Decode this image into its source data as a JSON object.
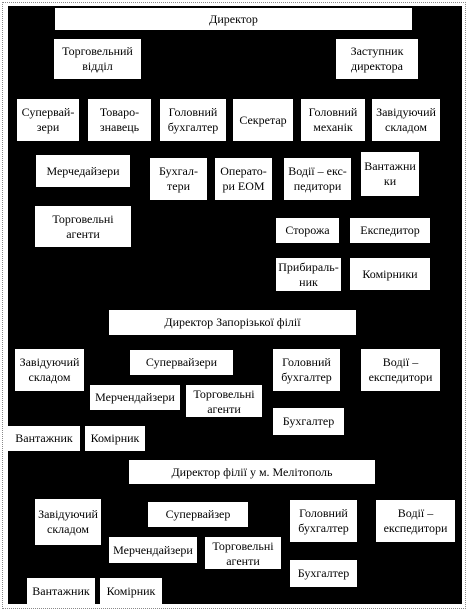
{
  "nodes": {
    "director": "Директор",
    "trade_dept": "Торговельний\nвідділ",
    "deputy_director": "Заступник\nдиректора",
    "supervisors_1": "Супервай-\nзери",
    "merchandiser_1": "Товаро-\nзнавець",
    "chief_accountant_1": "Головний\nбухгалтер",
    "secretary": "Секретар",
    "chief_mechanic": "Головний\nмеханік",
    "warehouse_head_1": "Завідуючий\nскладом",
    "merchandisers_1": "Мерчедайзери",
    "accountants_1": "Бухгал-\nтери",
    "computer_operators": "Операто-\nри ЕОМ",
    "driver_forwarders_1": "Водії – екс-\nпедитори",
    "loaders_1": "Вантажни\nки",
    "sales_agents_1": "Торговельні\nагенти",
    "guards": "Сторожа",
    "forwarder": "Експедитор",
    "cleaners": "Прибираль-\nник",
    "storekeepers_1": "Комірники",
    "zaporizhzhia_director": "Директор Запорізької філії",
    "warehouse_head_2": "Завідуючий\nскладом",
    "supervisors_2": "Супервайзери",
    "chief_accountant_2": "Головний\nбухгалтер",
    "driver_forwarders_2": "Водії –\nекспедитори",
    "merchandisers_2": "Мерчендайзери",
    "sales_agents_2": "Торговельні\nагенти",
    "accountant_2": "Бухгалтер",
    "loader_2": "Вантажник",
    "storekeeper_2": "Комірник",
    "melitopol_director": "Директор філії у м. Мелітополь",
    "warehouse_head_3": "Завідуючий\nскладом",
    "supervisor_3": "Супервайзер",
    "chief_accountant_3": "Головний\nбухгалтер",
    "driver_forwarders_3": "Водії –\nекспедитори",
    "merchandisers_3": "Мерчендайзери",
    "sales_agents_3": "Торговельні\nагенти",
    "accountant_3": "Бухгалтер",
    "loader_3": "Вантажник",
    "storekeeper_3": "Комірник"
  }
}
